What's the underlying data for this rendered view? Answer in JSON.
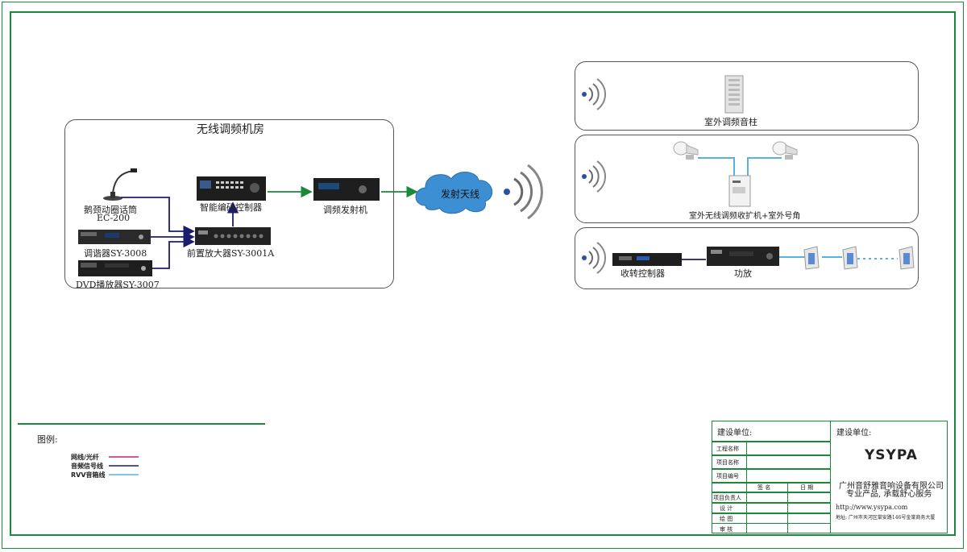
{
  "room": {
    "title": "无线调频机房"
  },
  "devices": {
    "mic": "鹅颈动圈话筒",
    "mic_model": "EC-200",
    "tuner": "调谐器SY-3008",
    "dvd": "DVD播放器SY-3007",
    "encoder": "智能编码控制器",
    "preamp": "前置放大器SY-3001A",
    "transmitter": "调频发射机",
    "antenna": "发射天线"
  },
  "receivers": {
    "column": "室外调频音柱",
    "receiver_horn": "室外无线调频收扩机+室外号角",
    "controller": "收转控制器",
    "amplifier": "功放"
  },
  "legend": {
    "title": "图例:",
    "items": [
      {
        "label": "网线/光纤",
        "color": "#c0207a"
      },
      {
        "label": "音频信号线",
        "color": "#1c1c6c"
      },
      {
        "label": "RVV音箱线",
        "color": "#5ab0e0"
      }
    ]
  },
  "colors": {
    "frame": "#1a8a3a",
    "arrow": "#1a8a3a",
    "audio": "#1c1c6c",
    "speaker_line": "#5ab0e0",
    "cloud": "#3d8fd4"
  },
  "title_block": {
    "build_unit": "建设单位:",
    "build_unit_right": "建设单位:",
    "rows": [
      "工程名称",
      "项目名称",
      "项目编号"
    ],
    "sign_headers": [
      "签 名",
      "日 期"
    ],
    "sign_rows": [
      "项目负责人",
      "设 计",
      "绘 图",
      "审 核"
    ],
    "brand": "YSYPA",
    "company": "广州音舒雅音响设备有限公司",
    "slogan": "专业产品, 承载舒心服务",
    "url": "http://www.ysypa.com",
    "address": "地址: 广州市天河区棠安路146号金棠商务大厦"
  }
}
